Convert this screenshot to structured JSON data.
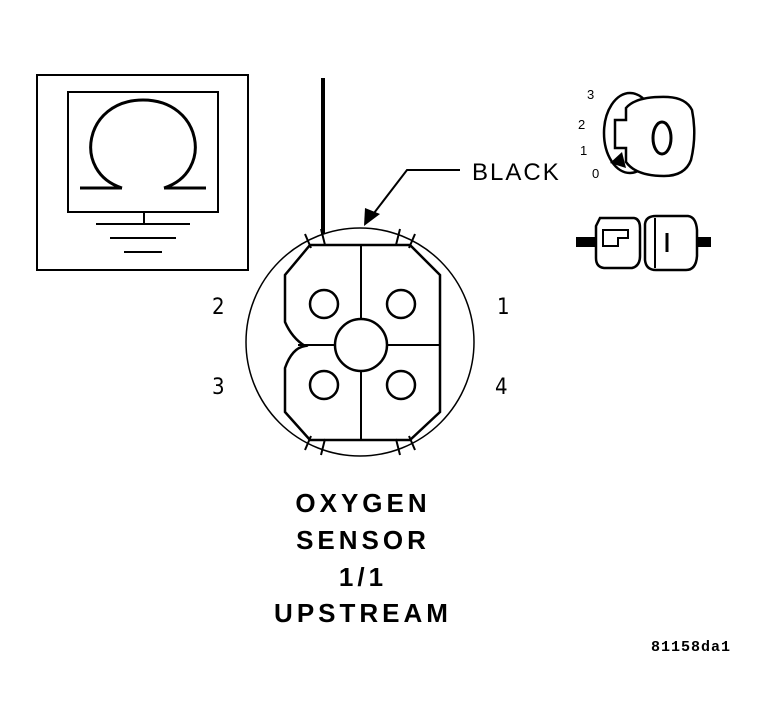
{
  "callout": {
    "wire_color": "BLACK"
  },
  "pins": {
    "p1": "1",
    "p2": "2",
    "p3": "3",
    "p4": "4"
  },
  "ignition": {
    "pos0": "0",
    "pos1": "1",
    "pos2": "2",
    "pos3": "3",
    "key_position": "0"
  },
  "meter": {
    "symbol": "ohm-icon",
    "function": "resistance"
  },
  "connector": {
    "state": "disconnected"
  },
  "caption": {
    "line1": "OXYGEN",
    "line2": "SENSOR",
    "line3": "1/1",
    "line4": "UPSTREAM"
  },
  "figure_id": "81158da1",
  "colors": {
    "ink": "#000000",
    "background": "#ffffff"
  }
}
